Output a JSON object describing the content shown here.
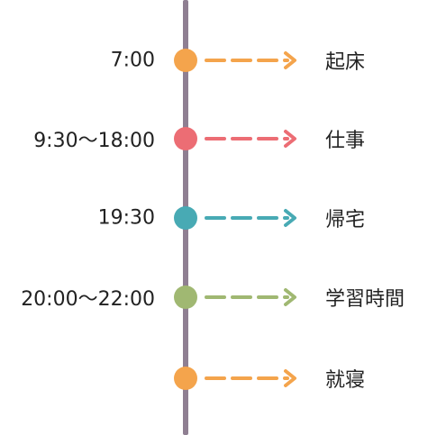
{
  "events": [
    {
      "time": "7:00",
      "label": "起床",
      "color": "#f4a44c"
    },
    {
      "time": "9:30〜18:00",
      "label": "仕事",
      "color": "#ec6d74"
    },
    {
      "time": "19:30",
      "label": "帰宅",
      "color": "#48aab4"
    },
    {
      "time": "20:00〜22:00",
      "label": "学習時間",
      "color": "#a0b872"
    },
    {
      "time": "",
      "label": "就寝",
      "color": "#f4a44c"
    }
  ],
  "colors": {
    "axis_line": "#8f7f92",
    "text": "#222222"
  }
}
